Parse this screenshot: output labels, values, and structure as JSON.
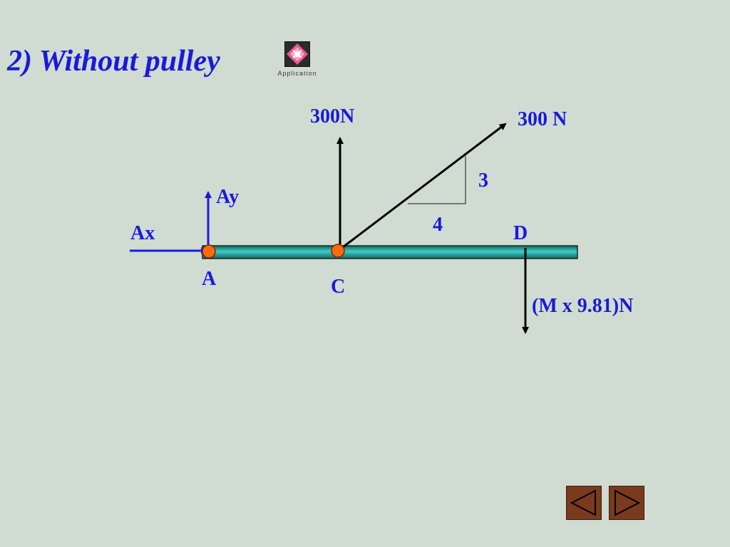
{
  "slide": {
    "title": "2) Without pulley",
    "app_icon": {
      "name": "application-icon",
      "label": "Application"
    }
  },
  "diagram": {
    "forces": {
      "vertical_c": "300N",
      "inclined_c": "300 N",
      "weight_d": "(M x 9.81)N",
      "reaction_x": "Ax",
      "reaction_y": "Ay"
    },
    "slope": {
      "rise": "3",
      "run": "4"
    },
    "points": {
      "a": "A",
      "c": "C",
      "d": "D"
    },
    "colors": {
      "beam": "#1f6b66",
      "label_text": "#1a1adb",
      "reaction_arrow": "#1a1adb",
      "force_arrow": "#000000",
      "joint": "#ff6a10"
    }
  },
  "navigation": {
    "prev_icon": "triangle-left-icon",
    "next_icon": "triangle-right-icon"
  }
}
